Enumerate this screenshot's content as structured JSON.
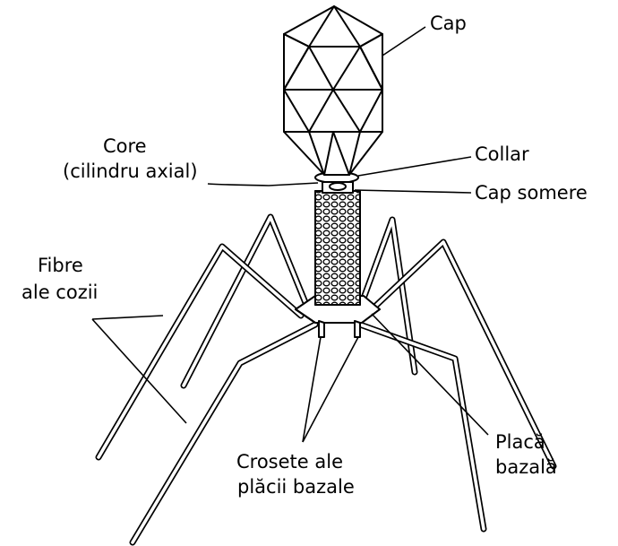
{
  "labels": {
    "cap": "Cap",
    "core_line1": "Core",
    "core_line2": "(cilindru axial)",
    "collar": "Collar",
    "cap_somere": "Cap somere",
    "fibre_line1": "Fibre",
    "fibre_line2": "ale cozii",
    "crosete_line1": "Crosete ale",
    "crosete_line2": "plăcii bazale",
    "placa_line1": "Placă",
    "placa_line2": "bazală"
  },
  "colors": {
    "ink": "#000000",
    "paper": "#ffffff"
  }
}
